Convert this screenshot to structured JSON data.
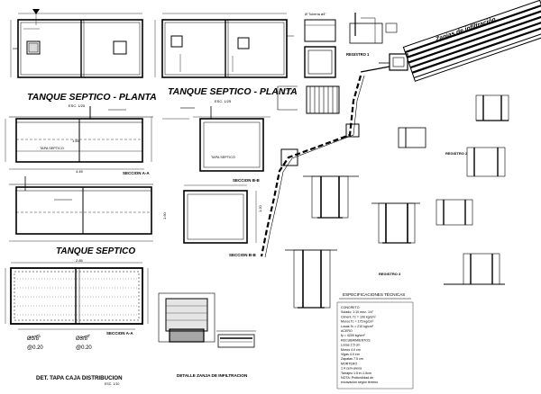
{
  "titles": {
    "planta_left": "TANQUE SEPTICO - PLANTA",
    "planta_left_scale": "ESC. 1/25",
    "planta_right": "TANQUE SEPTICO - PLANTA",
    "planta_right_scale": "ESC. 1/25",
    "tanque_septico": "TANQUE SEPTICO",
    "seccion_aa": "SECCION A-A",
    "seccion_bb": "SECCION B-B",
    "seccion_bb2": "SECCION B-B",
    "seccion_aa2": "SECCION A-A",
    "det_tapa": "DET. TAPA CAJA DISTRIBUCION",
    "det_tapa_scale": "ESC. 1/10",
    "detalle_zanja": "DETALLE ZANJA DE INFILTRACION",
    "zanjas": "Zanjas de infiltración",
    "registro1": "REGISTRO 1",
    "registro2": "REGISTRO 2",
    "registro3": "REGISTRO 3",
    "tubo_label": "Ø Tubería ø4\"",
    "tapa_label": "TAPA SEPTICO",
    "tapa_label2": "TAPA SEPTICO",
    "bar1": "Ø3/8\"",
    "bar1_spacing": "@0.20",
    "bar2": "Ø3/8\"",
    "bar2_spacing": "@0.20"
  },
  "dimensions": {
    "dim_445": "4.45",
    "dim_160a": "1.60",
    "dim_160b": "1.60",
    "dim_285": "2.85",
    "dim_120": "1.20"
  },
  "specs": {
    "heading": "ESPECIFICACIONES TÉCNICAS",
    "lines": [
      "CONCRETO",
      "Solado: 1:10 mez. 1/4\"",
      "Ciment. f'c = 100 kg/cm²",
      "Muros f'c = 175 kg/cm²",
      "Losas f'c = 210 kg/cm²",
      "ACERO",
      "fy = 4200 kg/cm²",
      "RECUBRIMIENTOS",
      "Losas 2.5 cm",
      "Muros 4.0 cm",
      "Vigas 4.0 cm",
      "Zapatas 7.5 cm",
      "MORTERO",
      "1:4 cem-arena",
      "Tarrajeo 1:5 e=1.5cm",
      "NOTA: Profundidad de",
      "excavación según terreno"
    ]
  }
}
